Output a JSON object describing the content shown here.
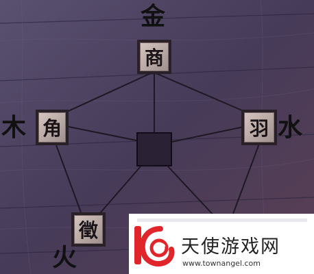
{
  "elements": {
    "top": {
      "element": "金",
      "note": "商"
    },
    "left": {
      "element": "木",
      "note": "角"
    },
    "right": {
      "element": "水",
      "note": "羽"
    },
    "bottom_left": {
      "element": "火",
      "note": "徵"
    }
  },
  "watermark": {
    "brand": "天使游戏网",
    "url": "www.townangel.com"
  },
  "colors": {
    "board": "#4a3f5c",
    "line": "#1e1824",
    "tile": "#c9bbb5",
    "logo": "#e0262b"
  }
}
